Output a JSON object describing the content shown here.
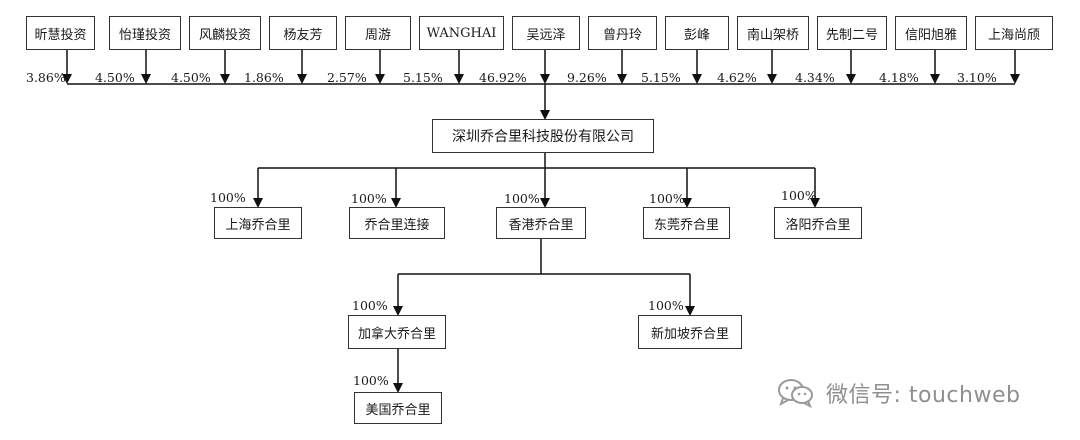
{
  "shareholders": [
    {
      "name": "昕慧投资",
      "pct": "3.86%"
    },
    {
      "name": "怡瑾投资",
      "pct": "4.50%"
    },
    {
      "name": "风麟投资",
      "pct": "4.50%"
    },
    {
      "name": "杨友芳",
      "pct": "1.86%"
    },
    {
      "name": "周游",
      "pct": "2.57%"
    },
    {
      "name": "WANGHAI",
      "pct": "5.15%"
    },
    {
      "name": "吴远泽",
      "pct": "46.92%"
    },
    {
      "name": "曾丹玲",
      "pct": "9.26%"
    },
    {
      "name": "彭峰",
      "pct": "5.15%"
    },
    {
      "name": "南山架桥",
      "pct": "4.62%"
    },
    {
      "name": "先制二号",
      "pct": "4.34%"
    },
    {
      "name": "信阳旭雅",
      "pct": "4.18%"
    },
    {
      "name": "上海尚颀",
      "pct": "3.10%"
    }
  ],
  "company": {
    "name": "深圳乔合里科技股份有限公司"
  },
  "subsidiaries": [
    {
      "name": "上海乔合里",
      "pct": "100%"
    },
    {
      "name": "乔合里连接",
      "pct": "100%"
    },
    {
      "name": "香港乔合里",
      "pct": "100%"
    },
    {
      "name": "东莞乔合里",
      "pct": "100%"
    },
    {
      "name": "洛阳乔合里",
      "pct": "100%"
    }
  ],
  "hk_subsidiaries": [
    {
      "name": "加拿大乔合里",
      "pct": "100%"
    },
    {
      "name": "新加坡乔合里",
      "pct": "100%"
    }
  ],
  "canada_subsidiaries": [
    {
      "name": "美国乔合里",
      "pct": "100%"
    }
  ],
  "watermark": {
    "text": "微信号: touchweb"
  }
}
